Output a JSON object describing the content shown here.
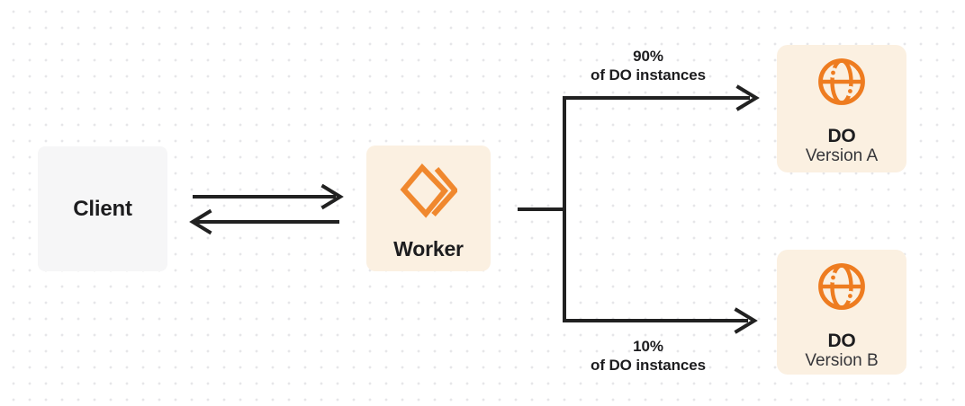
{
  "colors": {
    "background": "#ffffff",
    "dot_grid": "#e6e6e9",
    "client_box_bg": "#f6f6f7",
    "cream_box_bg": "#fbf0e1",
    "worker_icon_orange": "#f0882e",
    "globe_icon_orange": "#ee7c20",
    "connector": "#212121",
    "text_primary": "#1d1d1f",
    "text_secondary": "#36363a"
  },
  "nodes": {
    "client": {
      "label": "Client"
    },
    "worker": {
      "label": "Worker",
      "icon": "code-brackets-icon"
    },
    "do_a": {
      "title": "DO",
      "subtitle": "Version A",
      "icon": "globe-icon"
    },
    "do_b": {
      "title": "DO",
      "subtitle": "Version B",
      "icon": "globe-icon"
    }
  },
  "edges": {
    "client_worker": {
      "type": "bidirectional-arrows"
    },
    "split_top": {
      "percent": "90%",
      "caption": "of DO instances"
    },
    "split_bottom": {
      "percent": "10%",
      "caption": "of DO instances"
    }
  }
}
